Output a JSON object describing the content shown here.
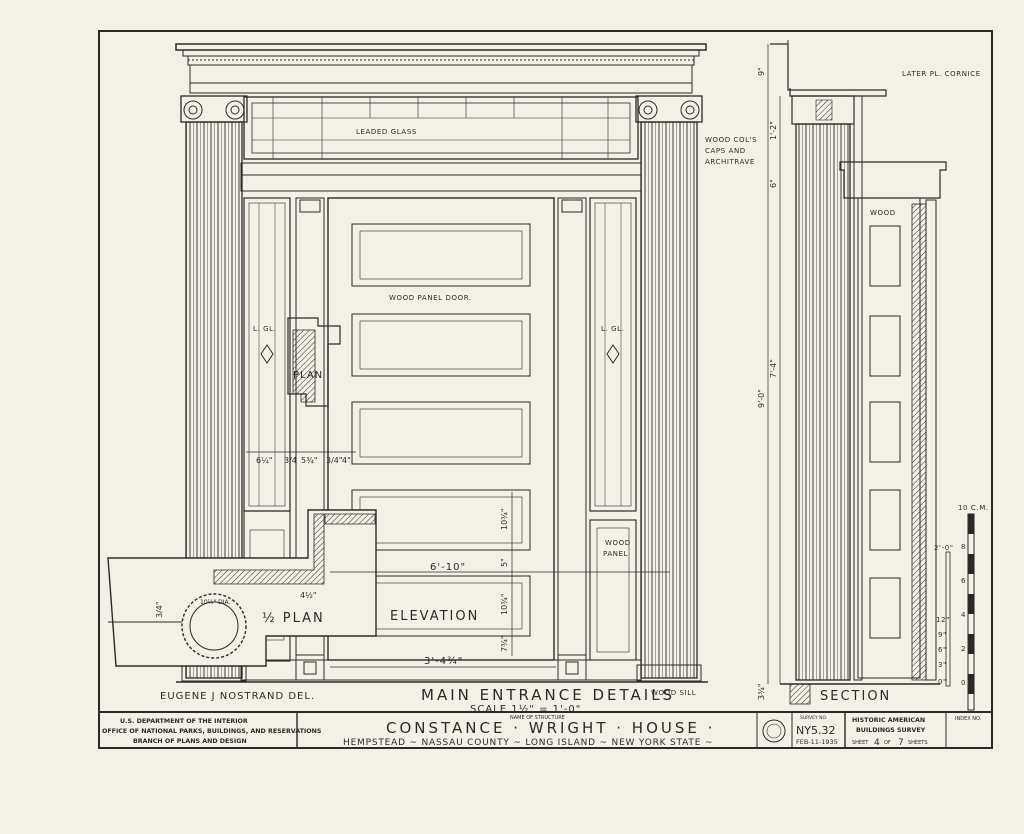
{
  "drawing": {
    "labels": {
      "leaded_glass": "LEADED GLASS",
      "wood_panel_door": "WOOD PANEL DOOR.",
      "lgl_left": "L. GL.",
      "lgl_right": "L. GL.",
      "plan_small": "PLAN",
      "half_plan": "½ PLAN",
      "elevation": "ELEVATION",
      "wood_panel_line1": "WOOD",
      "wood_panel_line2": "PANEL",
      "wood_cols_line1": "WOOD COL'S",
      "wood_cols_line2": "CAPS AND",
      "wood_cols_line3": "ARCHITRAVE",
      "later_pl_cornice": "LATER PL. CORNICE",
      "wood_section": "WOOD",
      "section": "SECTION",
      "main_entrance": "MAIN ENTRANCE DETAILS",
      "scale": "SCALE 1½\" = 1'-0\"",
      "delineator": "EUGENE J NOSTRAND  DEL.",
      "wood_sill": "WOOD SILL",
      "ten_cm": "10 C.M.",
      "two_ft": "2'-0\"",
      "twelve_in": "12\"",
      "nine_in": "9\"",
      "six_in": "6\"",
      "three_in": "3\"",
      "zero_in": "0\"",
      "scale_8": "8",
      "scale_6": "6",
      "scale_4": "4",
      "scale_2": "2",
      "scale_0": "0",
      "diam_label": "10½\" DIA."
    },
    "dimensions": {
      "d_9": "9\"",
      "d_1_2": "1'-2\"",
      "d_6": "6\"",
      "d_9_0": "9'-0\"",
      "d_7_4": "7'-4\"",
      "d_3_4": "3¾\"",
      "d_6_1_4": "6¼\"",
      "d_3_4b": "3/4",
      "d_5_3_4": "5¾\"",
      "d_3_4c": "3/4\"",
      "d_4": "4\"",
      "d_10_3_4a": "10¾\"",
      "d_5": "5\"",
      "d_10_3_4b": "10¾\"",
      "d_7_3_4": "7¾\"",
      "d_6_10": "6'-10\"",
      "d_3_4_3_4": "3'-4¾\"",
      "d_4_1_2": "4½\"",
      "d_3_4d": "3/4\""
    }
  },
  "title_block": {
    "agency_line1": "U.S. DEPARTMENT OF THE INTERIOR",
    "agency_line2": "OFFICE OF NATIONAL PARKS, BUILDINGS, AND RESERVATIONS",
    "agency_line3": "BRANCH OF PLANS AND DESIGN",
    "name_of_structure_label": "NAME OF STRUCTURE",
    "structure_name": "CONSTANCE · WRIGHT · HOUSE ·",
    "location": "HEMPSTEAD ~ NASSAU COUNTY ~ LONG ISLAND ~ NEW YORK STATE ~",
    "survey_no_label": "SURVEY NO.",
    "survey_no": "NY5.32",
    "date": "FEB-11-1935",
    "habs_line1": "HISTORIC AMERICAN",
    "habs_line2": "BUILDINGS SURVEY",
    "sheet_label": "SHEET",
    "sheet_no": "4",
    "sheet_of": "OF",
    "sheet_total": "7",
    "sheets_label": "SHEETS",
    "index_no_label": "INDEX NO."
  }
}
